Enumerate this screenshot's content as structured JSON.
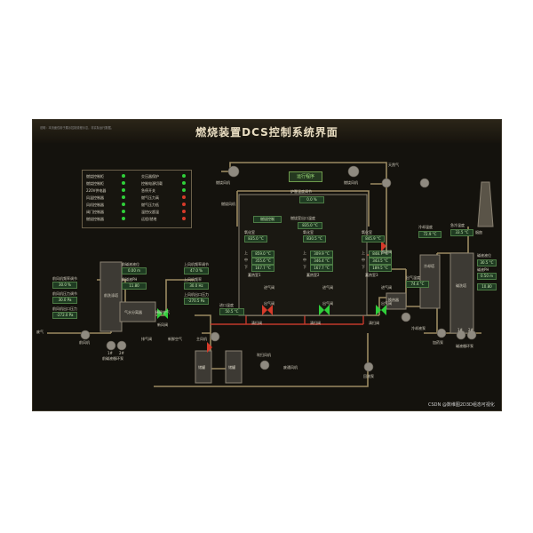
{
  "title": "燃烧装置DCS控制系统界面",
  "note": "说明：本页面仅用于展示控制流程示意，非实际运行数据。",
  "run_button": "运行程序",
  "status_panel": {
    "left": [
      "燃烧控制柜",
      "燃烧控制柜",
      "220V供电器",
      "风温控制器",
      "风机控制器",
      "阀门控制器",
      "燃烧控制器"
    ],
    "right": [
      "交压器保护",
      "控制电源切载",
      "急停开关",
      "燃气压力高",
      "燃气压力低",
      "温控仪超温",
      "远程/就地"
    ]
  },
  "left_section": {
    "fan_freq_label": "前风机频率调节",
    "fan_freq_value": "30.0 %",
    "fan_pressure_label": "前风机压力调节",
    "fan_pressure_value": "30.0 Pa",
    "fan_out_label": "前风机出口压力",
    "fan_out_value": "-272.0 Pa",
    "tower_label": "前洗涤塔",
    "level_label": "前碱液液位",
    "level_value": "0.00 m",
    "ph_label": "前碱液PH",
    "ph_value": "11.80",
    "separator_label": "气水分离器",
    "waste_gas_label": "废气",
    "fan_label": "前风机",
    "pump_label": "前碱液循环泵",
    "pump_1": "1#",
    "pump_2": "2#"
  },
  "middle_section": {
    "upper_fan_freq_label": "上风机频率调节",
    "upper_fan_freq_value": "47.0 %",
    "upper_fan_hz_label": "上风机频率",
    "upper_fan_hz_value": "30.0 Hz",
    "upper_fan_pressure_label": "上风机出口压力",
    "upper_fan_pressure_value": "-270.5 Pa",
    "inlet_temp_label": "进口温度",
    "inlet_temp_value": "50.5 °C",
    "dilute_label": "稀释空气",
    "fresh_air_label": "新鲜空气",
    "exhaust_valve_label": "排气阀",
    "main_fan_label": "主风机",
    "new_air_valve_label": "新风阀",
    "purge_label": "吹扫风机",
    "tank_a": "储罐",
    "tank_b": "储罐",
    "exhaust_fan_label": "废通风机",
    "backflow_pump_label": "回流泵"
  },
  "burner": {
    "fan_label": "燃烧风机",
    "combustion_fan_label": "燃烧风机",
    "fan2_label": "燃烧风机",
    "natural_gas_label": "天然气",
    "gas_control_label": "燃烧控制",
    "furnace_temp_label": "炉膛温度调节",
    "furnace_temp_value": "0.0 %",
    "outlet_temp_label": "燃烧室出口温度",
    "outlet_temp_value": "835.0 °C",
    "chambers": [
      {
        "name": "氧化室",
        "value": "835.0 °C",
        "top": "859.0 °C",
        "mid": "355.6 °C",
        "bot": "167.7 °C",
        "store": "蓄热室1"
      },
      {
        "name": "氧化室",
        "value": "830.5 °C",
        "top": "309.9 °C",
        "mid": "346.4 °C",
        "bot": "167.7 °C",
        "store": "蓄热室2"
      },
      {
        "name": "氧化室",
        "value": "845.9 °C",
        "top": "848.7 °C",
        "mid": "343.5 °C",
        "bot": "189.5 °C",
        "store": "蓄热室3"
      }
    ],
    "in_valve_labels": [
      "进气阀",
      "进气阀",
      "进气阀"
    ],
    "out_valve_labels": [
      "出气阀",
      "出气阀",
      "出气阀"
    ],
    "purge_valve_labels": [
      "清扫阀",
      "清扫阀",
      "清扫阀"
    ],
    "upper_labels": [
      "上",
      "中",
      "下"
    ]
  },
  "right_section": {
    "overtemp_valve_label": "超温阀",
    "heat_exchanger_label": "换热器",
    "quench_temp_label": "冷却温度",
    "quench_temp_value": "72.9 °C",
    "quench_out_label": "急冷温度",
    "quench_out_value": "33.5 °C",
    "exhaust_temp_label": "出气温度",
    "exhaust_temp_value": "74.4 °C",
    "cool_tower_label": "冷却塔",
    "cool_pump_label": "冷却液泵",
    "scrub_tower_label": "碱洗塔",
    "alkali_level_label": "碱液液位",
    "alkali_level_value": "30.5 °C",
    "alkali_ph_label": "碱液PH",
    "alkali_ph_value": "0.50 m",
    "ph_value_2": "10.80",
    "dosing_pump_label": "加药泵",
    "circ_pump_label": "碱液循环泵",
    "chimney_label": "烟囱",
    "tower_pump_1": "1#",
    "tower_pump_2": "2#"
  },
  "watermark": "CSDN @数维图2D3D组态可视化",
  "colors": {
    "pipe": "#9b8a62",
    "pipe_red": "#c0392b",
    "text": "#d8d3c4",
    "value_bg": "#1f3b22",
    "ok": "#2fcf3a",
    "alarm": "#d63a2a"
  }
}
